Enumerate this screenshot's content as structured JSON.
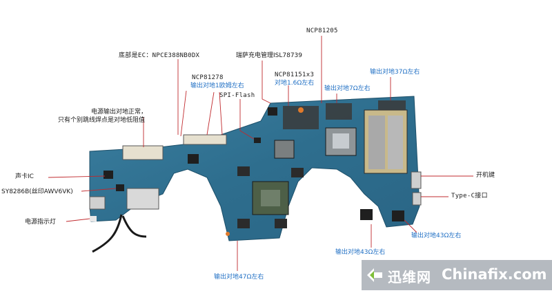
{
  "labels": {
    "ncp81205": "NCP81205",
    "ec": "底部是EC：NPCE388NB0DX",
    "charger": "瑞萨充电管理ISL78739",
    "ncp81278": "NCP81278",
    "ncp81278_out": "输出对地1欧姆左右",
    "ncp81151": "NCP81151x3",
    "ncp81151_out": "对地1.6Ω左右",
    "out7": "输出对地7Ω左右",
    "out37": "输出对地37Ω左右",
    "spi": "SPI-Flash",
    "power_line1": "电源输出对地正常，",
    "power_line2": "只有个别跳线焊点是对地低阻值",
    "audio": "声卡IC",
    "sy8286": "SY8286B(丝印AWV6VK)",
    "led": "电源指示灯",
    "power_key": "开机键",
    "typec": "Type-C接口",
    "out43a": "输出对地43Ω左右",
    "out43b": "输出对地43Ω左右",
    "out47": "输出对地47Ω左右"
  },
  "watermark": {
    "cn": "迅维网",
    "en": "Chinafix.com"
  },
  "colors": {
    "board": "#2e6e8e",
    "label_blue": "#1f6fc4",
    "leader_line": "#c0282c",
    "label_dark": "#1a1a1a"
  }
}
